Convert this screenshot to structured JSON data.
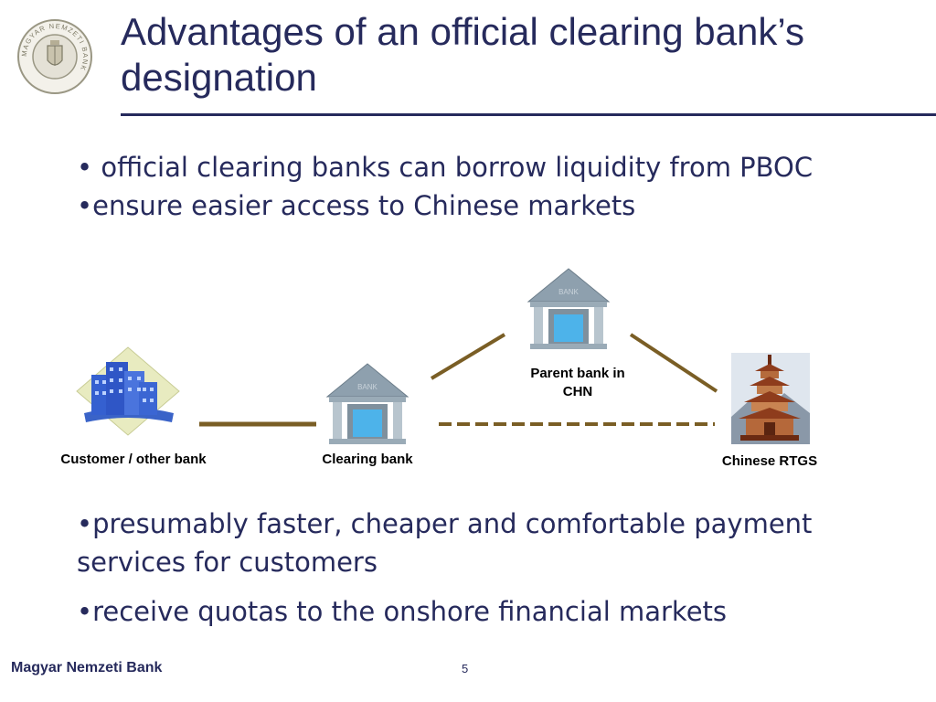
{
  "slide": {
    "title": "Advantages of an official clearing bank’s designation",
    "bullets_top": [
      "• official clearing banks can borrow liquidity from PBOC",
      "•ensure easier access to Chinese markets"
    ],
    "bullets_bottom": [
      "•presumably faster, cheaper and comfortable payment services for customers",
      "•receive quotas to the onshore financial markets"
    ],
    "footer": "Magyar Nemzeti Bank",
    "page_number": "5"
  },
  "logo": {
    "text": "MAGYAR NEMZETI BANK"
  },
  "diagram": {
    "nodes": [
      {
        "id": "customer",
        "label": "Customer / other bank"
      },
      {
        "id": "clearing",
        "label": "Clearing bank"
      },
      {
        "id": "parent",
        "label_line1": "Parent bank in",
        "label_line2": "CHN"
      },
      {
        "id": "rtgs",
        "label": "Chinese RTGS"
      }
    ],
    "bank_sign_text": "BANK",
    "colors": {
      "connector": "#7a5e25",
      "text": "#262a5c"
    }
  }
}
